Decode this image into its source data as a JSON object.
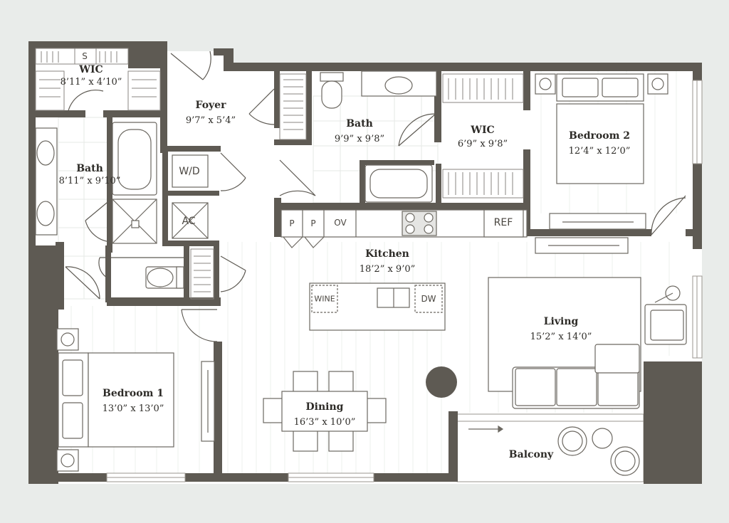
{
  "rooms": {
    "wic_1": {
      "name": "WIC",
      "dims": "8’11” x 4’10”"
    },
    "foyer": {
      "name": "Foyer",
      "dims": "9’7” x 5’4”"
    },
    "bath_2": {
      "name": "Bath",
      "dims": "9’9” x 9’8”"
    },
    "wic_2": {
      "name": "WIC",
      "dims": "6’9” x 9’8”"
    },
    "bedroom_2": {
      "name": "Bedroom 2",
      "dims": "12’4” x 12’0”"
    },
    "bath_1": {
      "name": "Bath",
      "dims": "8’11” x 9’10”"
    },
    "kitchen": {
      "name": "Kitchen",
      "dims": "18’2” x 9’0”"
    },
    "living": {
      "name": "Living",
      "dims": "15’2” x 14’0”"
    },
    "bedroom_1": {
      "name": "Bedroom 1",
      "dims": "13’0” x 13’0”"
    },
    "dining": {
      "name": "Dining",
      "dims": "16’3” x 10’0”"
    },
    "balcony": {
      "name": "Balcony"
    }
  },
  "fixtures": {
    "safe": "S",
    "washer_dryer": "W/D",
    "ac": "AC",
    "pantry_1": "P",
    "pantry_2": "P",
    "oven": "OV",
    "refrigerator": "REF",
    "wine": "WINE",
    "dishwasher": "DW"
  },
  "colors": {
    "wall": "#5e5a53",
    "floor": "#ffffff",
    "background": "#e9ecea",
    "line": "#6c6861"
  }
}
